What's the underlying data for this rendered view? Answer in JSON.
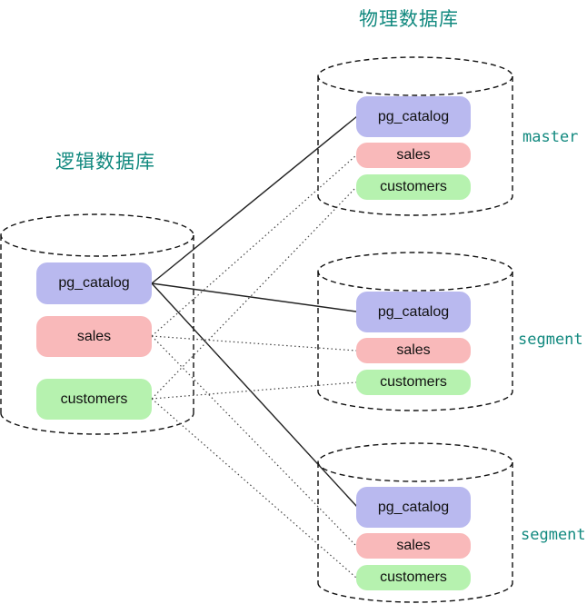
{
  "titles": {
    "logical_db": "逻辑数据库",
    "physical_db": "物理数据库"
  },
  "logical": {
    "schemas": [
      "pg_catalog",
      "sales",
      "customers"
    ]
  },
  "physical_nodes": [
    {
      "role": "master",
      "schemas": [
        "pg_catalog",
        "sales",
        "customers"
      ]
    },
    {
      "role": "segment",
      "schemas": [
        "pg_catalog",
        "sales",
        "customers"
      ]
    },
    {
      "role": "segment",
      "schemas": [
        "pg_catalog",
        "sales",
        "customers"
      ]
    }
  ],
  "connections": [
    {
      "from": "logical.pg_catalog",
      "to": "master.pg_catalog",
      "style": "solid"
    },
    {
      "from": "logical.pg_catalog",
      "to": "segment1.pg_catalog",
      "style": "solid"
    },
    {
      "from": "logical.pg_catalog",
      "to": "segment2.pg_catalog",
      "style": "solid"
    },
    {
      "from": "logical.sales",
      "to": "master.sales",
      "style": "dotted"
    },
    {
      "from": "logical.sales",
      "to": "segment1.sales",
      "style": "dotted"
    },
    {
      "from": "logical.sales",
      "to": "segment2.sales",
      "style": "dotted"
    },
    {
      "from": "logical.customers",
      "to": "master.customers",
      "style": "dotted"
    },
    {
      "from": "logical.customers",
      "to": "segment1.customers",
      "style": "dotted"
    },
    {
      "from": "logical.customers",
      "to": "segment2.customers",
      "style": "dotted"
    }
  ],
  "colors": {
    "schema_pg_catalog": "#b9b9ef",
    "schema_sales": "#f9b9ba",
    "schema_customers": "#b6f2af",
    "teal_label": "#12897f",
    "solid_line": "#222222",
    "dotted_line": "#444444",
    "cylinder_outline": "#111111"
  }
}
